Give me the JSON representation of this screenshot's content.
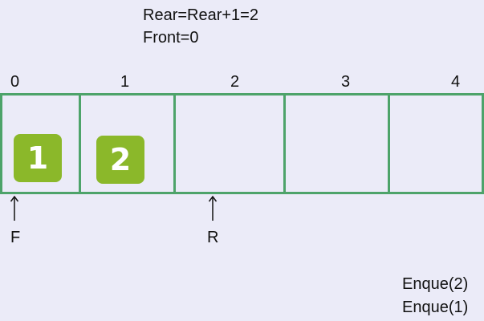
{
  "formulas": {
    "rear": "Rear=Rear+1=2",
    "front": "Front=0"
  },
  "queue": {
    "indices": [
      "0",
      "1",
      "2",
      "3",
      "4"
    ],
    "cells": [
      "1",
      "2",
      "",
      "",
      ""
    ],
    "front_index": 0,
    "rear_index": 2
  },
  "pointers": {
    "front_label": "F",
    "rear_label": "R"
  },
  "operations": [
    "Enque(2)",
    "Enque(1)"
  ],
  "colors": {
    "background": "#ebebf8",
    "queue_border": "#4da36a",
    "value_box": "#8bb82a",
    "value_text": "#ffffff"
  },
  "icons": {
    "pointer": "up-arrow-icon"
  }
}
